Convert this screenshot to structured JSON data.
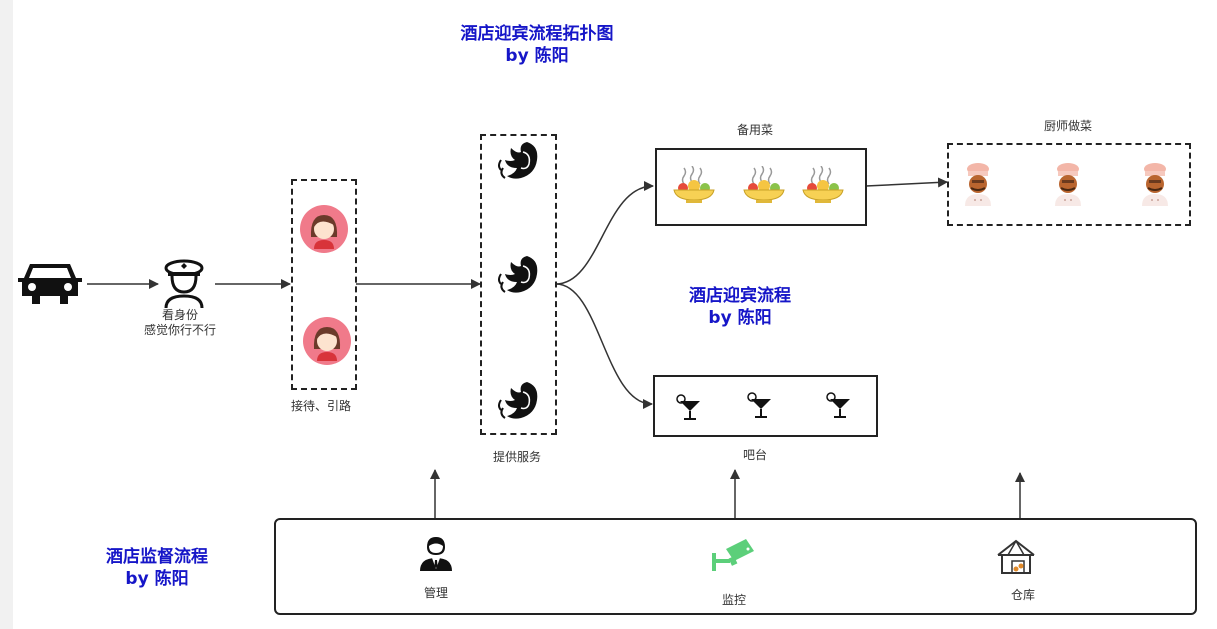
{
  "titles": {
    "topology": [
      "酒店迎宾流程拓扑图",
      "by  陈阳"
    ],
    "welcome": [
      "酒店迎宾流程",
      "by  陈阳"
    ],
    "supervise": [
      "酒店监督流程",
      "by  陈阳"
    ]
  },
  "nodes": {
    "car": "car-icon",
    "guard": {
      "icon": "security-guard-icon",
      "label_line1": "看身份",
      "label_line2": "感觉你行不行"
    },
    "reception": {
      "label": "接待、引路",
      "icons": [
        "receptionist-icon",
        "receptionist-icon"
      ]
    },
    "service": {
      "label": "提供服务",
      "icons": [
        "hostess-icon",
        "hostess-icon",
        "hostess-icon"
      ]
    },
    "backup_dishes": {
      "label": "备用菜",
      "icons": [
        "dish-icon",
        "dish-icon",
        "dish-icon"
      ]
    },
    "chefs": {
      "label": "厨师做菜",
      "icons": [
        "chef-icon",
        "chef-icon",
        "chef-icon"
      ]
    },
    "bar": {
      "label": "吧台",
      "icons": [
        "cocktail-icon",
        "cocktail-icon",
        "cocktail-icon"
      ]
    }
  },
  "supervision": {
    "items": [
      {
        "label": "管理",
        "icon": "manager-icon"
      },
      {
        "label": "监控",
        "icon": "camera-icon"
      },
      {
        "label": "仓库",
        "icon": "warehouse-icon"
      }
    ]
  }
}
